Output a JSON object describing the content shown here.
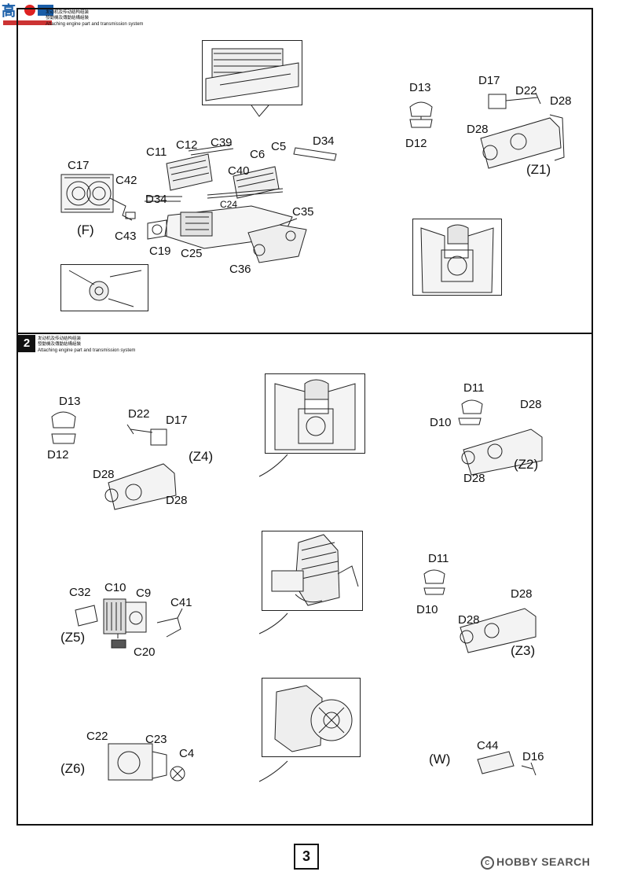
{
  "step1": {
    "header_cn1": "发动机及传动结构组装",
    "header_cn2": "發動機及傳動結構組裝",
    "header_en": "Attaching engine part and transmission system"
  },
  "step2": {
    "number": "2",
    "header_cn1": "发动机及传动结构组装",
    "header_cn2": "發動機及傳動結構組裝",
    "header_en": "Attaching engine part and transmission system"
  },
  "labels1": {
    "C17": "C17",
    "C42": "C42",
    "C11": "C11",
    "C12": "C12",
    "C39": "C39",
    "C6": "C6",
    "C5": "C5",
    "D34a": "D34",
    "C40": "C40",
    "D34b": "D34",
    "C24": "C24",
    "C35": "C35",
    "F": "(F)",
    "C43": "C43",
    "C19": "C19",
    "C25": "C25",
    "C36": "C36",
    "D13": "D13",
    "D12": "D12",
    "D17": "D17",
    "D22": "D22",
    "D28a": "D28",
    "D28b": "D28",
    "Z1": "(Z1)"
  },
  "labels2": {
    "D13": "D13",
    "D12": "D12",
    "D22": "D22",
    "D17": "D17",
    "Z4": "(Z4)",
    "D28a": "D28",
    "D28b": "D28",
    "D11a": "D11",
    "D10a": "D10",
    "D28c": "D28",
    "D28d": "D28",
    "Z2": "(Z2)",
    "C32": "C32",
    "C10": "C10",
    "C9": "C9",
    "C41": "C41",
    "Z5": "(Z5)",
    "C20": "C20",
    "D11b": "D11",
    "D10b": "D10",
    "D28e": "D28",
    "D28f": "D28",
    "Z3": "(Z3)",
    "C22": "C22",
    "C23": "C23",
    "C4": "C4",
    "Z6": "(Z6)",
    "W": "(W)",
    "C44": "C44",
    "D16": "D16"
  },
  "footer": {
    "page": "3",
    "watermark": "HOBBY SEARCH",
    "logo_text": "高"
  }
}
